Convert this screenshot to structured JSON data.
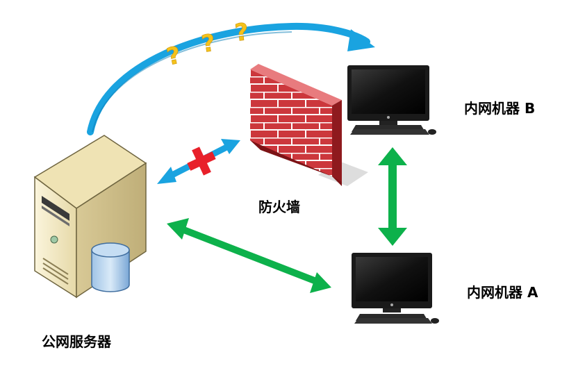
{
  "labels": {
    "server": "公网服务器",
    "firewall": "防火墙",
    "machine_b": "内网机器 B",
    "machine_a": "内网机器 A"
  },
  "colors": {
    "blue_arrow": "#1aa3e0",
    "green_arrow": "#0db14b",
    "blocked_cross": "#e8202a",
    "question_mark": "#f5c21b",
    "brick": "#c8262c",
    "server_body": "#f0e6c0"
  },
  "icons": [
    "server-icon",
    "database-icon",
    "firewall-icon",
    "computer-icon",
    "question-mark-icon",
    "blocked-x-icon"
  ],
  "question_marks": [
    "?",
    "?",
    "?"
  ]
}
